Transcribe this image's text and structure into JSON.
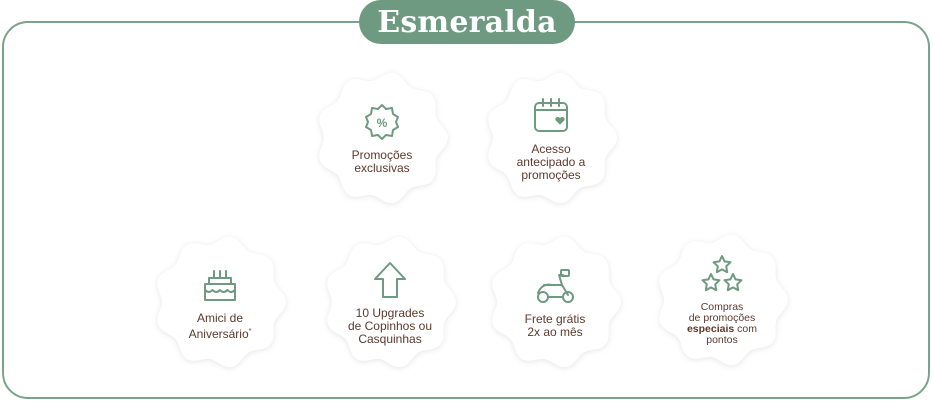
{
  "tier": {
    "title": "Esmeralda"
  },
  "benefits": [
    {
      "id": "promo",
      "icon": "percent-badge-icon",
      "lines": [
        "Promoções",
        "exclusivas"
      ]
    },
    {
      "id": "acesso",
      "icon": "calendar-heart-icon",
      "lines": [
        "Acesso",
        "antecipado a",
        "promoções"
      ]
    },
    {
      "id": "amici",
      "icon": "birthday-cake-icon",
      "lines": [
        "Amici de",
        "Aniversário"
      ],
      "sup": "*"
    },
    {
      "id": "upgrades",
      "icon": "arrow-up-icon",
      "lines": [
        "10 Upgrades",
        "de Copinhos ou",
        "Casquinhas"
      ]
    },
    {
      "id": "frete",
      "icon": "scooter-icon",
      "lines": [
        "Frete grátis",
        "2x ao mês"
      ]
    },
    {
      "id": "compras",
      "icon": "three-stars-icon",
      "lines": [
        "Compras",
        "de promoções"
      ],
      "bold": "especiais",
      "after_bold": " com",
      "last": "pontos"
    }
  ],
  "colors": {
    "accent": "#6f9a82",
    "border": "#7aa38a",
    "text": "#5b3a2c",
    "icon": "#6f9a82"
  }
}
